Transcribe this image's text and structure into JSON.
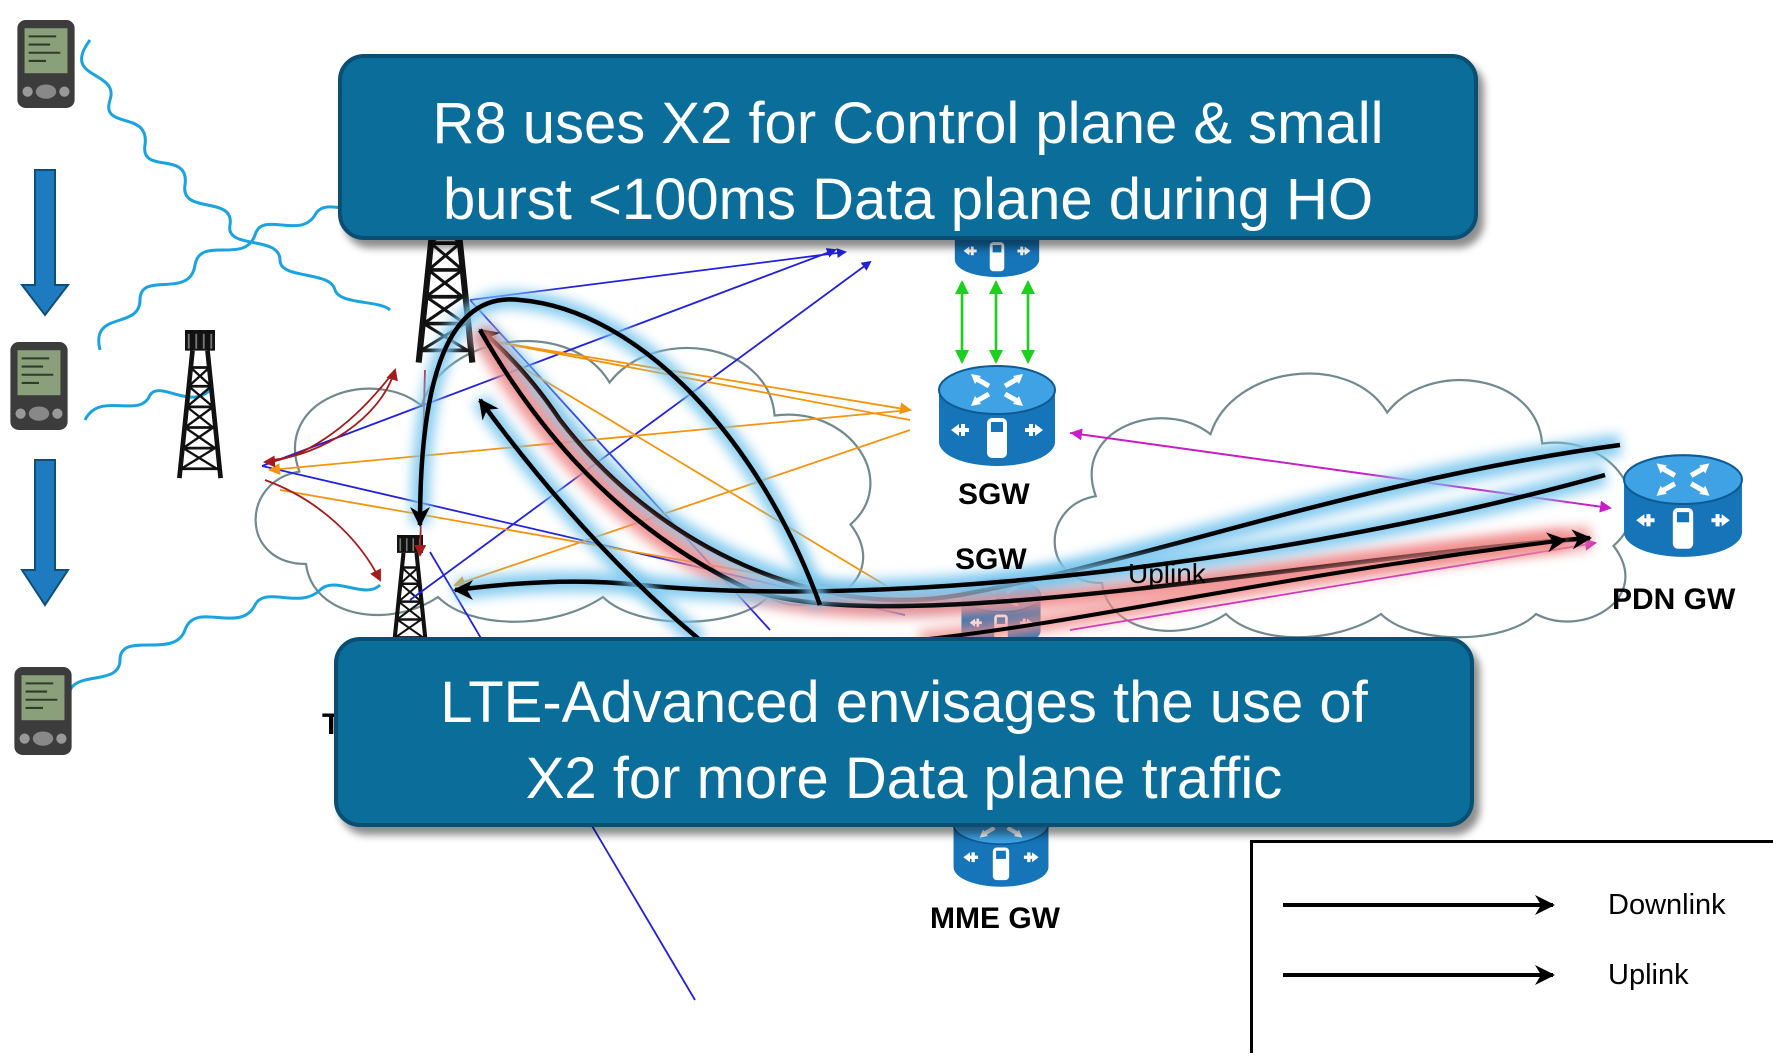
{
  "callouts": {
    "top": {
      "line1": "R8 uses X2 for Control plane & small",
      "line2": "burst <100ms Data plane during HO"
    },
    "bottom": {
      "line1": "LTE-Advanced envisages the use of",
      "line2": "X2 for more Data plane traffic"
    }
  },
  "nodes": {
    "sgw_lower": "SGW",
    "sgw_behind": "SGW",
    "pdn_gw": "PDN GW",
    "mme_gw": "MME GW",
    "partial_label": "T"
  },
  "flow_label": "Uplink",
  "legend": {
    "downlink": "Downlink",
    "uplink": "Uplink"
  },
  "colors": {
    "callout_fill": "#0b6e9a",
    "router_blue": "#1b7fc4",
    "downlink_glow": "#79c6ee",
    "uplink_glow": "#f08a8a",
    "control_arrow": "#2222dd",
    "orange_arrow": "#f5930c",
    "red_arrow": "#a51a1a",
    "green_arrow": "#1fcf1f",
    "magenta_arrow": "#c81ec8"
  }
}
